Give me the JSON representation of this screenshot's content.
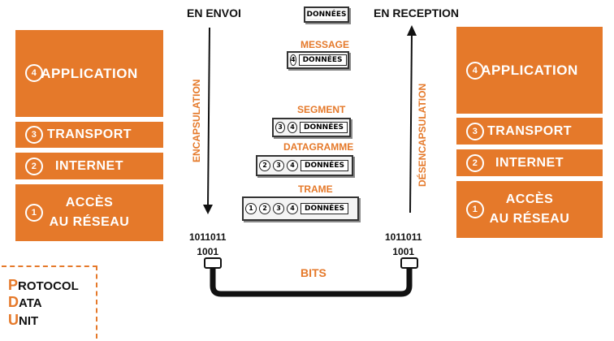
{
  "left_stack": [
    {
      "num": "4",
      "label": "APPLICATION"
    },
    {
      "num": "3",
      "label": "TRANSPORT"
    },
    {
      "num": "2",
      "label": "INTERNET"
    },
    {
      "num": "1",
      "label": "ACCÈS\nAU RÉSEAU"
    }
  ],
  "right_stack": [
    {
      "num": "4",
      "label": "APPLICATION"
    },
    {
      "num": "3",
      "label": "TRANSPORT"
    },
    {
      "num": "2",
      "label": "INTERNET"
    },
    {
      "num": "1",
      "label": "ACCÈS\nAU RÉSEAU"
    }
  ],
  "send_title": "EN ENVOI",
  "receive_title": "EN RECEPTION",
  "encapsulation": "ENCAPSULATION",
  "decapsulation": "DÉSENCAPSULATION",
  "top_data": "DONNÉES",
  "pdus": {
    "message": {
      "label": "MESSAGE",
      "headers": [
        "4"
      ],
      "data": "DONNÉES"
    },
    "segment": {
      "label": "SEGMENT",
      "headers": [
        "3",
        "4"
      ],
      "data": "DONNÉES"
    },
    "datagram": {
      "label": "DATAGRAMME",
      "headers": [
        "2",
        "3",
        "4"
      ],
      "data": "DONNÉES"
    },
    "frame": {
      "label": "TRAME",
      "headers": [
        "1",
        "2",
        "3",
        "4"
      ],
      "data": "DONNÉES"
    }
  },
  "bits_left": "1011011\n1001",
  "bits_right": "1011011\n1001",
  "bits_label": "BITS",
  "pdu_legend": {
    "p": "P",
    "rotocol": "ROTOCOL",
    "d": "D",
    "ata": "ATA",
    "u": "U",
    "nit": "NIT"
  },
  "colors": {
    "accent": "#e5792a",
    "ink": "#111111"
  }
}
